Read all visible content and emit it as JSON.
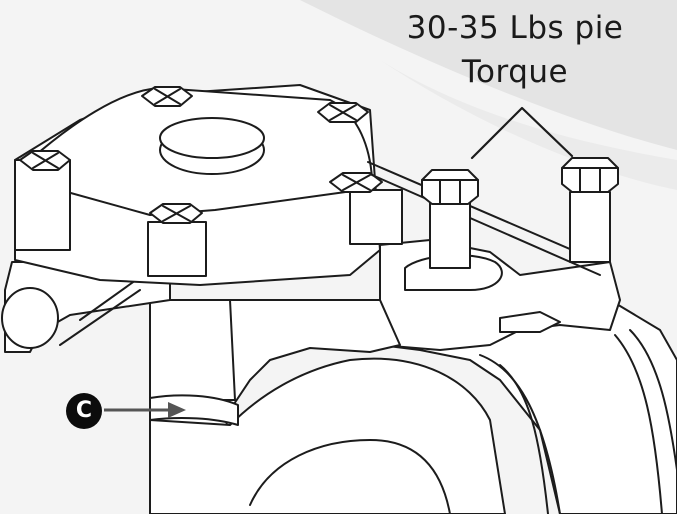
{
  "annotation": {
    "line1": "30-35 Lbs pie",
    "line2": "Torque"
  },
  "callout": {
    "label": "C"
  },
  "colors": {
    "background": "#f4f4f4",
    "swoosh": "#e4e4e4",
    "line": "#1c1c1c",
    "part_fill": "#ffffff",
    "badge": "#0c0c0c"
  }
}
